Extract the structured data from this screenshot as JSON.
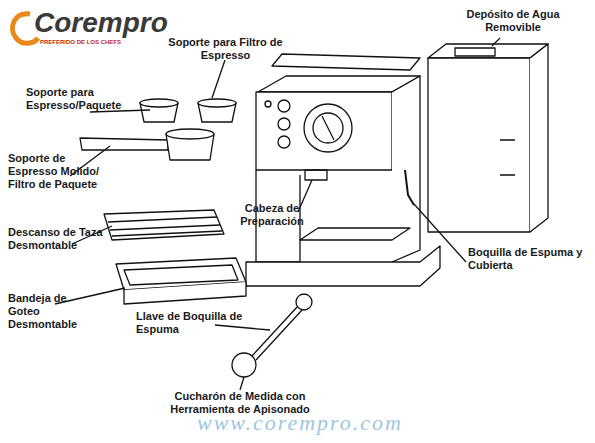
{
  "diagram": {
    "labels": [
      "Corempro",
      "PREFERIDO DE LOS CHEFS",
      "Soporte para Filtro de Espresso",
      "Depósito de Agua Removible",
      "Soporte para Espresso/Paquete",
      "Soporte de Espresso Molido/ Filtro de Paquete",
      "Descanso de Taza Desmontable",
      "Cabeza de Preparación",
      "Boquilla de Espuma y Cubierta",
      "Bandeja de Goteo Desmontable",
      "Llave de Boquilla de Espuma",
      "Cucharón de Medida con Herramienta de Apisonado",
      "www.corempro.com"
    ]
  }
}
